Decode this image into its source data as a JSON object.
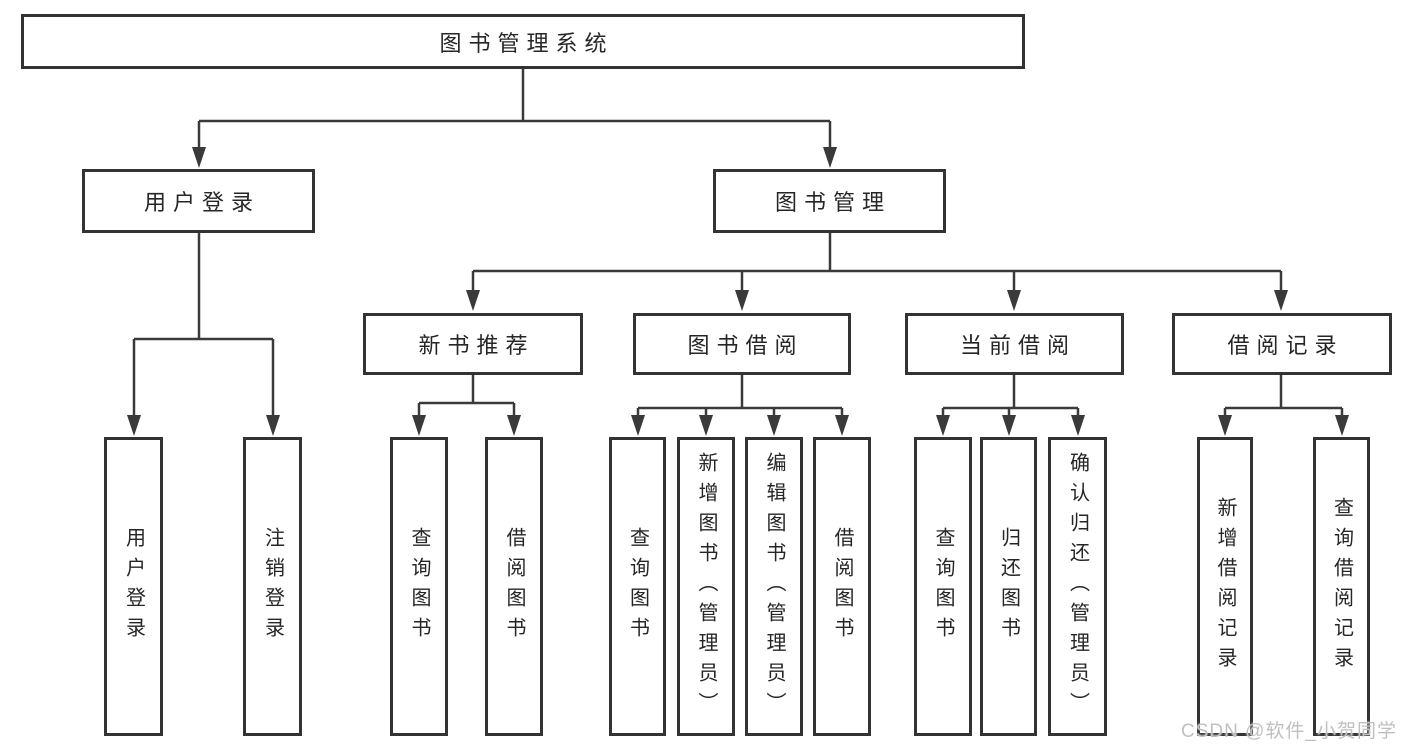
{
  "diagram": {
    "root": {
      "label": "图书管理系统"
    },
    "branches": [
      {
        "label": "用户登录",
        "children": [
          {
            "label": "用户登录"
          },
          {
            "label": "注销登录"
          }
        ]
      },
      {
        "label": "图书管理",
        "groups": [
          {
            "label": "新书推荐",
            "children": [
              {
                "label": "查询图书"
              },
              {
                "label": "借阅图书"
              }
            ]
          },
          {
            "label": "图书借阅",
            "children": [
              {
                "label": "查询图书"
              },
              {
                "label": "新增图书（管理员）"
              },
              {
                "label": "编辑图书（管理员）"
              },
              {
                "label": "借阅图书"
              }
            ]
          },
          {
            "label": "当前借阅",
            "children": [
              {
                "label": "查询图书"
              },
              {
                "label": "归还图书"
              },
              {
                "label": "确认归还（管理员）"
              }
            ]
          },
          {
            "label": "借阅记录",
            "children": [
              {
                "label": "新增借阅记录"
              },
              {
                "label": "查询借阅记录"
              }
            ]
          }
        ]
      }
    ]
  },
  "watermark": {
    "text": "CSDN @软件_小贺同学"
  },
  "colors": {
    "background": "#ffffff",
    "line": "#3a3a3a",
    "box_border": "#333333",
    "text": "#262626",
    "watermark": "#c0c0c0"
  }
}
